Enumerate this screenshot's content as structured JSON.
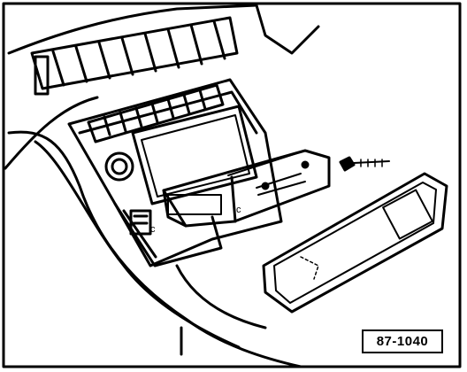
{
  "figure": {
    "reference_code": "87-1040",
    "label_c_left": "c",
    "label_c_right": "c",
    "colors": {
      "ink": "#000000",
      "paper": "#ffffff"
    }
  }
}
